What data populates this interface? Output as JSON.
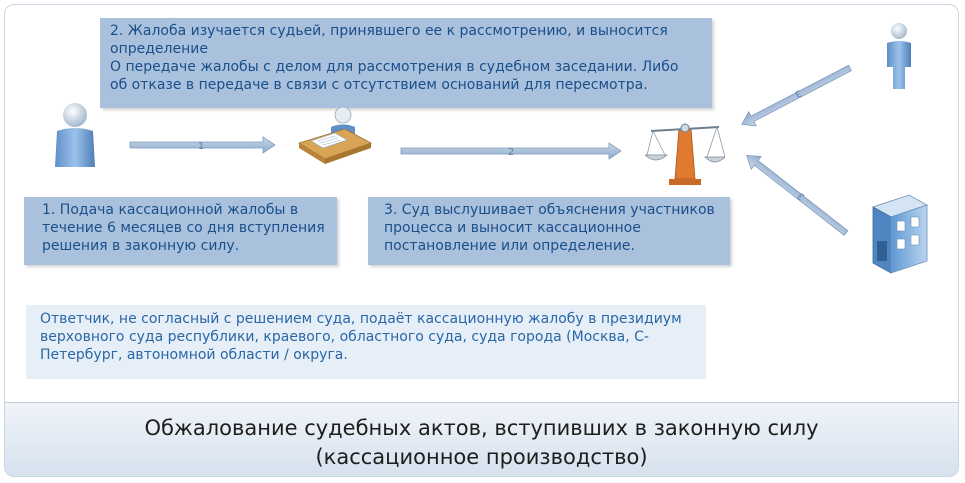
{
  "step2": {
    "line1": "2. Жалоба изучается судьей, принявшего ее к рассмотрению, и выносится",
    "line2": "определение",
    "line3": "О передаче жалобы с делом для рассмотрения в судебном заседании. Либо",
    "line4": "об отказе в передаче в связи с отсутствием оснований для пересмотра."
  },
  "step1": {
    "line1": "1. Подача кассационной жалобы в",
    "line2": "течение 6 месяцев со дня вступления",
    "line3": "решения в законную силу."
  },
  "step3": {
    "line1": "3. Суд выслушивает объяснения участников",
    "line2": "процесса и выносит кассационное",
    "line3": "постановление или определение."
  },
  "note": {
    "line1": "Ответчик, не согласный с решением суда, подаёт кассационную жалобу в президиум",
    "line2": "верховного суда республики, краевого, областного суда, суда города (Москва, С-",
    "line3": "Петербург, автономной области / округа."
  },
  "arrows": {
    "a1": "1",
    "a2": "2",
    "a3": "3",
    "a4": "3"
  },
  "footer": {
    "line1": "Обжалование судебных актов, вступивших в законную силу",
    "line2": "(кассационное производство)"
  },
  "colors": {
    "box_fill": "#a9c1dc",
    "box_text": "#1a4f8a",
    "note_fill": "#e6eef7",
    "arrow": "#a9c1dc"
  }
}
